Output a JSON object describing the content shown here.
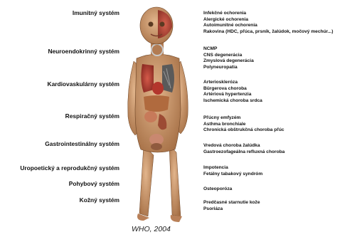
{
  "systems": [
    "Imunitný systém",
    "Neuroendokrinný systém",
    "Kardiovaskulárny systém",
    "Respiračný systém",
    "Gastrointestinálny systém",
    "Uropoetický a reprodukčný systém",
    "Pohybový systém",
    "Kožný systém"
  ],
  "disease_groups": [
    [
      "Infekčné ochorenia",
      "Alergické ochorenia",
      "Autoimunitné ochorenia",
      "Rakovina (HDC, pľúca, prsník, žalúdok, močový mechúr...)"
    ],
    [
      "NCMP",
      "CNS degenerácia",
      "Zmyslová degenerácia",
      "Polyneuropatia"
    ],
    [
      "Arterioskleróza",
      "Bürgerova choroba",
      "Artériová hypertenzia",
      "Ischemická choroba srdca"
    ],
    [
      "Pľúcny emfyzém",
      "Asthma bronchiale",
      "Chronická obštrukčná choroba pľúc"
    ],
    [
      "Vredová choroba žalúdka",
      "Gastroezofageálna refluxná choroba"
    ],
    [
      "Impotencia",
      "Fetálny tabakový syndróm"
    ],
    [
      "Osteoporóza"
    ],
    [
      "Predčasné starnutie kože",
      "Psoriáza"
    ]
  ],
  "caption": "WHO, 2004"
}
